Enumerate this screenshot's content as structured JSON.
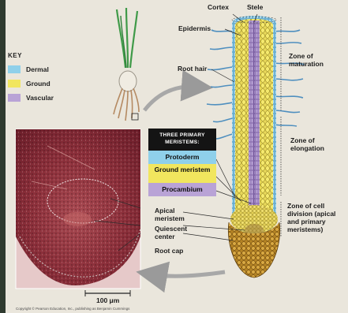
{
  "key": {
    "title": "KEY",
    "items": [
      {
        "label": "Dermal",
        "color": "#8fd0ea"
      },
      {
        "label": "Ground",
        "color": "#f1e65e"
      },
      {
        "label": "Vascular",
        "color": "#b9a3d6"
      }
    ]
  },
  "meristems": {
    "header": "THREE PRIMARY MERISTEMS:",
    "protoderm": "Protoderm",
    "ground_meristem": "Ground meristem",
    "procambium": "Procambium"
  },
  "labels": {
    "cortex": "Cortex",
    "stele": "Stele",
    "epidermis": "Epidermis",
    "root_hair": "Root hair",
    "zone_maturation": "Zone of maturation",
    "zone_elongation": "Zone of elongation",
    "zone_division": "Zone of cell division (apical and primary meristems)",
    "apical_meristem": "Apical meristem",
    "quiescent_center": "Quiescent center",
    "root_cap": "Root cap",
    "scale": "100 μm"
  },
  "copyright": "Copyright © Pearson Education, Inc., publishing as Benjamin Cummings",
  "colors": {
    "background": "#eae6dc",
    "micrograph": "#8a2a33",
    "root_hair": "#4f8fbf",
    "root_cap": "#b58a2a"
  }
}
